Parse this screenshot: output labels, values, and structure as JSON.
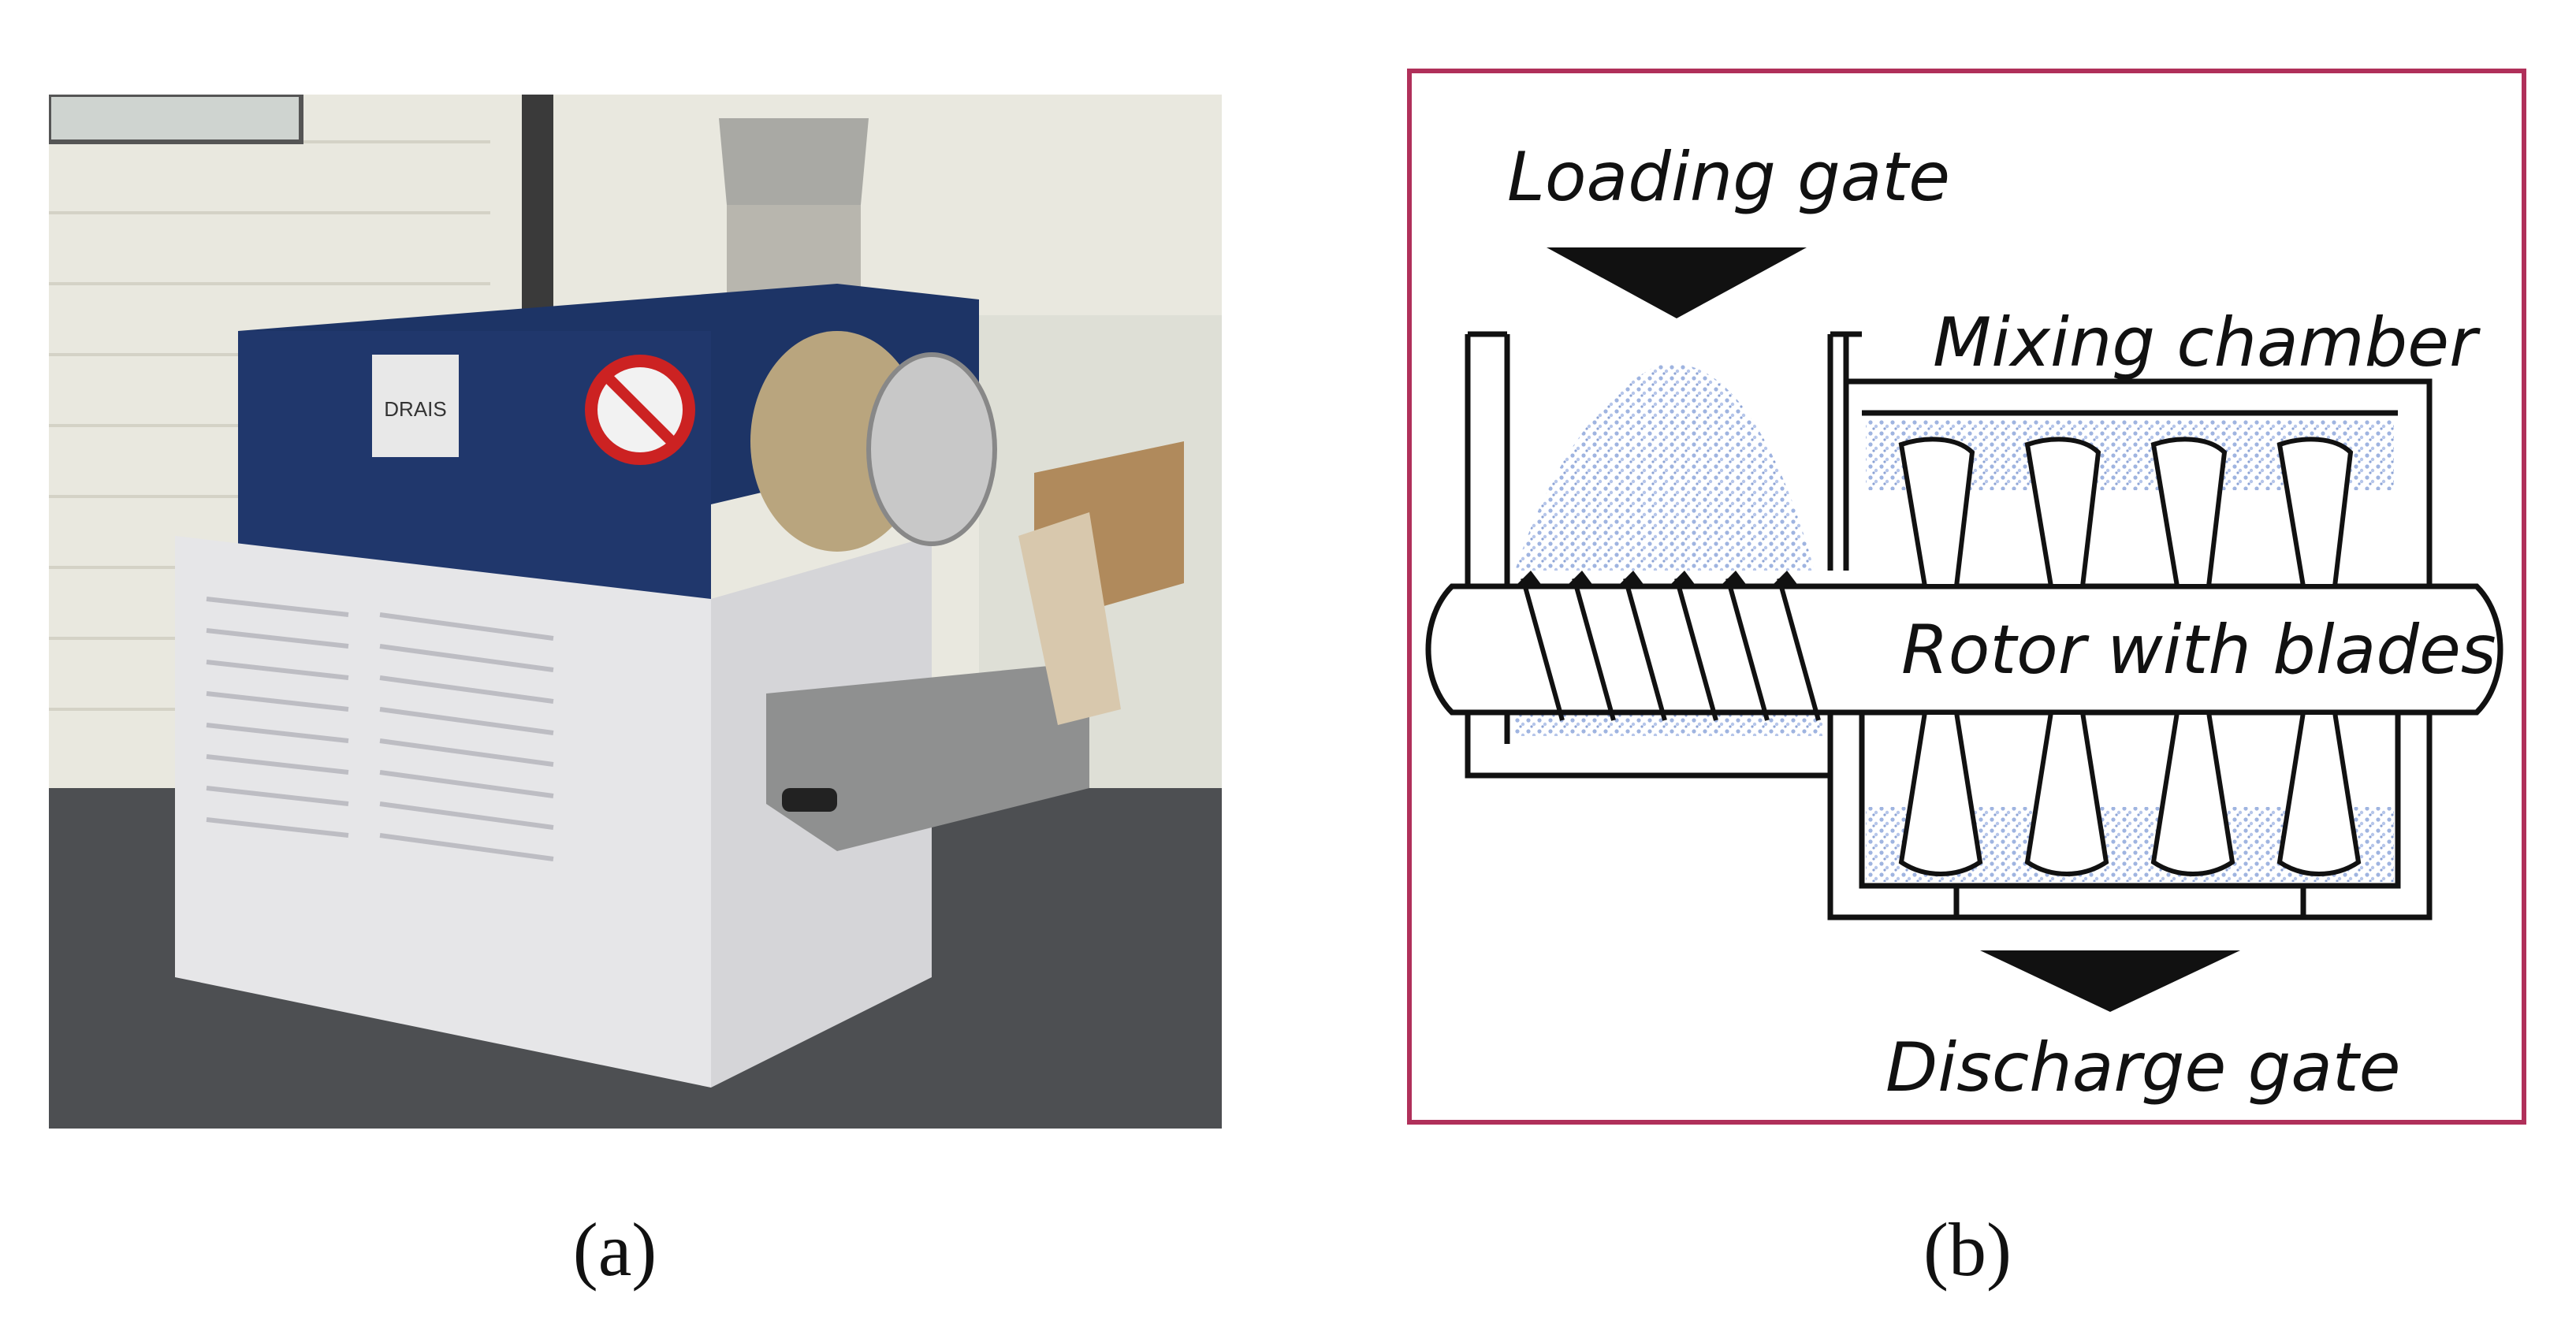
{
  "panels": {
    "a": {
      "caption": "(a)"
    },
    "b": {
      "caption": "(b)"
    }
  },
  "photo": {
    "logo_text": "DRAIS"
  },
  "diagram": {
    "labels": {
      "loading_gate": "Loading gate",
      "mixing_chamber": "Mixing chamber",
      "rotor": "Rotor with blades",
      "discharge_gate": "Discharge gate"
    },
    "colors": {
      "frame": "#b0305a",
      "powder": "#9fb4e0",
      "outline": "#111111"
    }
  }
}
